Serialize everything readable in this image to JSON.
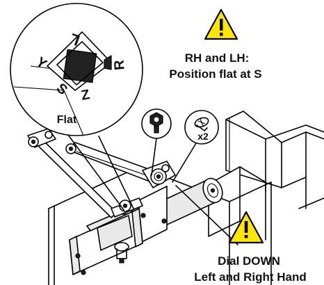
{
  "warning_top": {
    "line1": "RH and LH:",
    "line2": "Position flat at S"
  },
  "warning_bottom": {
    "line1": "Dial DOWN",
    "line2": "Left and Right Hand"
  },
  "detail": {
    "dial_letters": {
      "top": "L",
      "right": "R",
      "left": "Y",
      "bottom_left": "S",
      "bottom": "Z"
    },
    "flat_label": "Flat"
  },
  "screw_callout": {
    "qty": "x2"
  },
  "icons": [
    "warning-triangle-icon",
    "hex-screw-icon",
    "phillips-screw-icon"
  ],
  "colors": {
    "warning_yellow": "#FFE600",
    "line": "#000000"
  }
}
